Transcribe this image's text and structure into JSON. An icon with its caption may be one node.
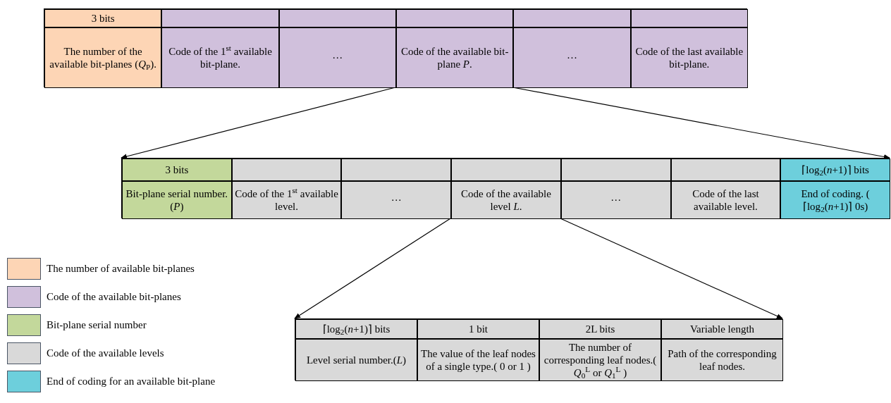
{
  "diagram": {
    "nodes": [
      {
        "text": [],
        "shape": "box"
      },
      {
        "text": [
          "3 bits"
        ],
        "in": 0
      },
      {
        "text": [],
        "shape": "box",
        "in": 0
      },
      {
        "text": [],
        "shape": "box",
        "in": 0
      },
      {
        "text": [],
        "shape": "box",
        "in": 0
      },
      {
        "text": [],
        "shape": "box",
        "in": 0
      },
      {
        "text": [],
        "shape": "box",
        "in": 0
      },
      {
        "text": [
          "The number of the available bit-planes (*Q*$_{P}$)."
        ],
        "in": 0
      },
      {
        "text": [
          "Code of the 1$^{st}$ available bit-plane."
        ],
        "in": 0
      },
      {
        "text": [
          "···"
        ],
        "in": 0
      },
      {
        "text": [
          "Code of the available bit-plane *P*."
        ],
        "in": 0
      },
      {
        "text": [
          "···"
        ],
        "in": 0
      },
      {
        "text": [
          "Code of the last available bit-plane."
        ],
        "in": 0
      },
      {
        "text": [],
        "shape": "box"
      },
      {
        "text": [
          "3 bits"
        ],
        "in": 13
      },
      {
        "text": [],
        "shape": "box",
        "in": 13
      },
      {
        "text": [],
        "shape": "box",
        "in": 13
      },
      {
        "text": [],
        "shape": "box",
        "in": 13
      },
      {
        "text": [],
        "shape": "box",
        "in": 13
      },
      {
        "text": [],
        "shape": "box",
        "in": 13
      },
      {
        "text": [
          "⌈log$_{2}$(*n*+1)⌉ bits"
        ],
        "in": 13
      },
      {
        "text": [
          "Bit-plane serial number.(*P*)"
        ],
        "in": 13
      },
      {
        "text": [
          "Code of the 1$^{st}$ available level."
        ],
        "in": 13
      },
      {
        "text": [
          "···"
        ],
        "in": 13
      },
      {
        "text": [
          "Code of the available level *L*."
        ],
        "in": 13
      },
      {
        "text": [
          "···"
        ],
        "in": 13
      },
      {
        "text": [
          "Code of the last available level."
        ],
        "in": 13
      },
      {
        "text": [
          "End of coding. ( ⌈log$_{2}$(*n*+1)⌉ 0s)"
        ],
        "in": 13
      },
      {
        "text": [],
        "shape": "box"
      },
      {
        "text": [
          "⌈log$_{2}$(*n*+1)⌉ bits"
        ],
        "in": 28
      },
      {
        "text": [
          "1 bit"
        ],
        "in": 28
      },
      {
        "text": [
          "2L bits"
        ],
        "in": 28
      },
      {
        "text": [
          "Variable length"
        ],
        "in": 28
      },
      {
        "text": [
          "Level serial number.(*L*)"
        ],
        "in": 28
      },
      {
        "text": [
          "The value of the leaf nodes of a single type.( 0 or 1 )"
        ],
        "in": 28
      },
      {
        "text": [
          "The number of corresponding leaf nodes.( *Q*$_{0}$$^{L}$ or *Q*$_{1}$$^{L}$ )"
        ],
        "in": 28
      },
      {
        "text": [
          "Path of the corresponding leaf nodes."
        ],
        "in": 28
      }
    ],
    "edges": [
      {
        "from": 10,
        "to": 13,
        "arrow": "to"
      },
      {
        "from": 10,
        "to": 13,
        "arrow": "to"
      },
      {
        "from": 24,
        "to": 28,
        "arrow": "to"
      },
      {
        "from": 24,
        "to": 28,
        "arrow": "to"
      }
    ],
    "legend": [
      {
        "text": "The number of available bit-planes",
        "color": "#fdd5b5"
      },
      {
        "text": "Code of the available bit-planes",
        "color": "#d0c0dc"
      },
      {
        "text": "Bit-plane serial number",
        "color": "#c3d89b"
      },
      {
        "text": "Code of the available levels",
        "color": "#d9d9d9"
      },
      {
        "text": "End of coding for an available bit-plane",
        "color": "#6dcfdc"
      }
    ]
  }
}
